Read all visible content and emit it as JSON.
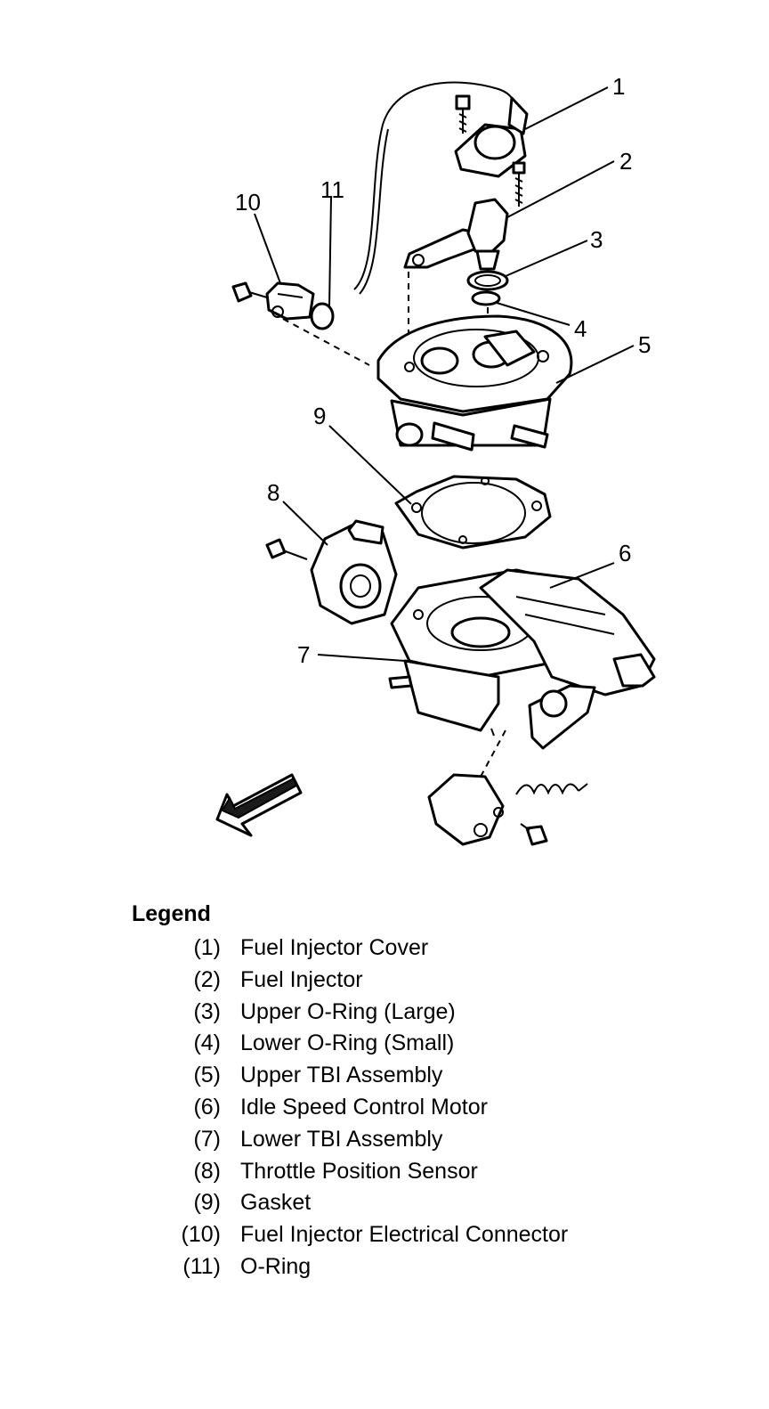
{
  "callouts": {
    "c1": "1",
    "c2": "2",
    "c3": "3",
    "c4": "4",
    "c5": "5",
    "c6": "6",
    "c7": "7",
    "c8": "8",
    "c9": "9",
    "c10": "10",
    "c11": "11"
  },
  "legend": {
    "title": "Legend",
    "items": [
      {
        "num": "(1)",
        "label": "Fuel Injector Cover"
      },
      {
        "num": "(2)",
        "label": "Fuel Injector"
      },
      {
        "num": "(3)",
        "label": "Upper O-Ring (Large)"
      },
      {
        "num": "(4)",
        "label": "Lower O-Ring (Small)"
      },
      {
        "num": "(5)",
        "label": "Upper TBI Assembly"
      },
      {
        "num": "(6)",
        "label": "Idle Speed Control Motor"
      },
      {
        "num": "(7)",
        "label": "Lower TBI Assembly"
      },
      {
        "num": "(8)",
        "label": "Throttle Position Sensor"
      },
      {
        "num": "(9)",
        "label": "Gasket"
      },
      {
        "num": "(10)",
        "label": "Fuel Injector Electrical Connector"
      },
      {
        "num": "(11)",
        "label": "O-Ring"
      }
    ]
  }
}
